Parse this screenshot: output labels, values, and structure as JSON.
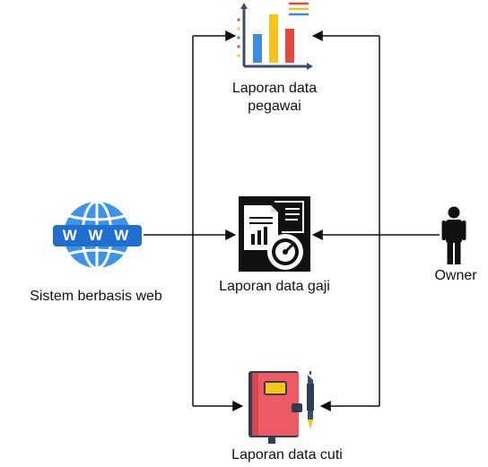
{
  "nodes": {
    "web": {
      "label": "Sistem berbasis web",
      "icon": "globe-www-icon",
      "icon_text": "W W W"
    },
    "pegawai": {
      "label_line1": "Laporan data",
      "label_line2": "pegawai",
      "icon": "bar-chart-icon"
    },
    "gaji": {
      "label": "Laporan data gaji",
      "icon": "salary-report-gauge-icon"
    },
    "cuti": {
      "label": "Laporan data cuti",
      "icon": "notebook-pen-icon"
    },
    "owner": {
      "label": "Owner",
      "icon": "person-icon"
    }
  },
  "edges": [
    {
      "from": "web",
      "to": "pegawai"
    },
    {
      "from": "web",
      "to": "gaji"
    },
    {
      "from": "web",
      "to": "cuti"
    },
    {
      "from": "owner",
      "to": "pegawai"
    },
    {
      "from": "owner",
      "to": "gaji"
    },
    {
      "from": "owner",
      "to": "cuti"
    }
  ],
  "colors": {
    "line": "#111111",
    "globe_blue": "#2f8ee8",
    "globe_band": "#1f6fd1",
    "bar_blue": "#3b8de0",
    "bar_yellow": "#f5c518",
    "bar_red": "#e8483f",
    "notebook_red": "#ee5a63",
    "notebook_dark": "#2c3e50",
    "pen_blue": "#3a4e6a"
  }
}
